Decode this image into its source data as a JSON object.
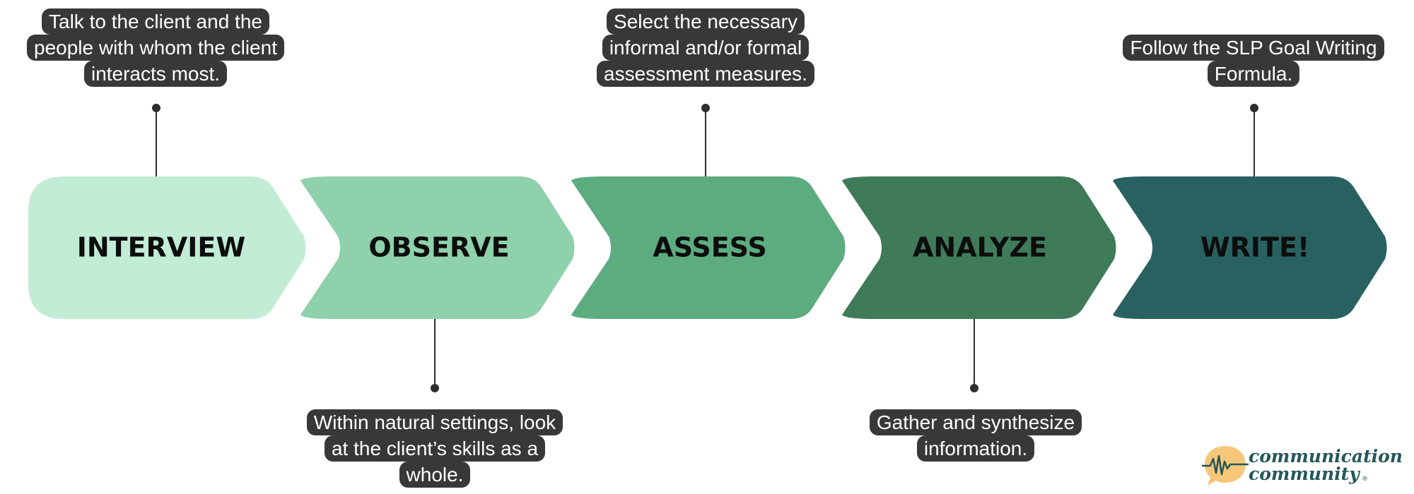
{
  "steps": [
    {
      "label": "INTERVIEW",
      "color": "#c2ecd6"
    },
    {
      "label": "OBSERVE",
      "color": "#8ed1aa"
    },
    {
      "label": "ASSESS",
      "color": "#5dac80"
    },
    {
      "label": "ANALYZE",
      "color": "#3f7b58"
    },
    {
      "label": "WRITE!",
      "color": "#296161"
    }
  ],
  "callouts": [
    {
      "step": "INTERVIEW",
      "lines": [
        "Talk to the client and the",
        "people with whom the client",
        "interacts most."
      ]
    },
    {
      "step": "OBSERVE",
      "lines": [
        "Within natural settings, look",
        "at the client’s skills as a",
        "whole."
      ]
    },
    {
      "step": "ASSESS",
      "lines": [
        "Select the necessary",
        "informal and/or formal",
        "assessment measures."
      ]
    },
    {
      "step": "ANALYZE",
      "lines": [
        "Gather and synthesize",
        "information."
      ]
    },
    {
      "step": "WRITE!",
      "lines": [
        "Follow the SLP Goal Writing",
        "Formula."
      ]
    }
  ],
  "logo": {
    "line1": "communication",
    "line2": "community",
    "mark": "®",
    "icon": "speech-bubble-wave-icon",
    "icon_color": "#f6c779"
  }
}
